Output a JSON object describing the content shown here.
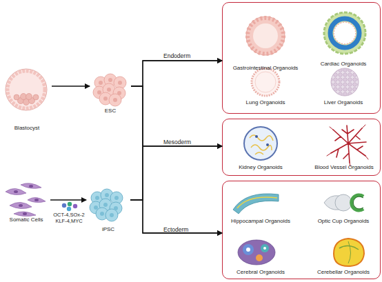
{
  "diagram": {
    "nodes": [
      {
        "text": [
          "Blastocyst"
        ]
      },
      {
        "text": [
          "ESC"
        ]
      },
      {
        "text": [
          "Somatic Cells"
        ]
      },
      {
        "text": [
          "iPSC"
        ]
      },
      {
        "text": [
          "Endoderm"
        ]
      },
      {
        "text": [
          "Gastrointestinal Organoids"
        ],
        "in": 4
      },
      {
        "text": [
          "Cardiac Organoids"
        ],
        "in": 4
      },
      {
        "text": [
          "Lung Organoids"
        ],
        "in": 4
      },
      {
        "text": [
          "Liver Organoids"
        ],
        "in": 4
      },
      {
        "text": [
          "Mesoderm"
        ]
      },
      {
        "text": [
          "Kidney Organoids"
        ],
        "in": 9
      },
      {
        "text": [
          "Blood Vessel Organoids"
        ],
        "in": 9
      },
      {
        "text": [
          "Ectoderm"
        ]
      },
      {
        "text": [
          "Hippocampal Organoids"
        ],
        "in": 12
      },
      {
        "text": [
          "Optic Cup Organoids"
        ],
        "in": 12
      },
      {
        "text": [
          "Cerebral Organoids"
        ],
        "in": 12
      },
      {
        "text": [
          "Cerebellar Organoids"
        ],
        "in": 12
      }
    ],
    "edges": [
      {
        "from": 0,
        "to": 1,
        "arrow": "to"
      },
      {
        "from": 2,
        "to": 3,
        "label": "OCT-4,SOx-2 KLF-4,MYC",
        "arrow": "to"
      },
      {
        "from": 1,
        "to": 4,
        "arrow": "to"
      },
      {
        "from": 1,
        "to": 9,
        "arrow": "to"
      },
      {
        "from": 1,
        "to": 12,
        "arrow": "to"
      },
      {
        "from": 3,
        "to": 4,
        "arrow": "to"
      },
      {
        "from": 3,
        "to": 9,
        "arrow": "to"
      },
      {
        "from": 3,
        "to": 12,
        "arrow": "to"
      }
    ]
  }
}
